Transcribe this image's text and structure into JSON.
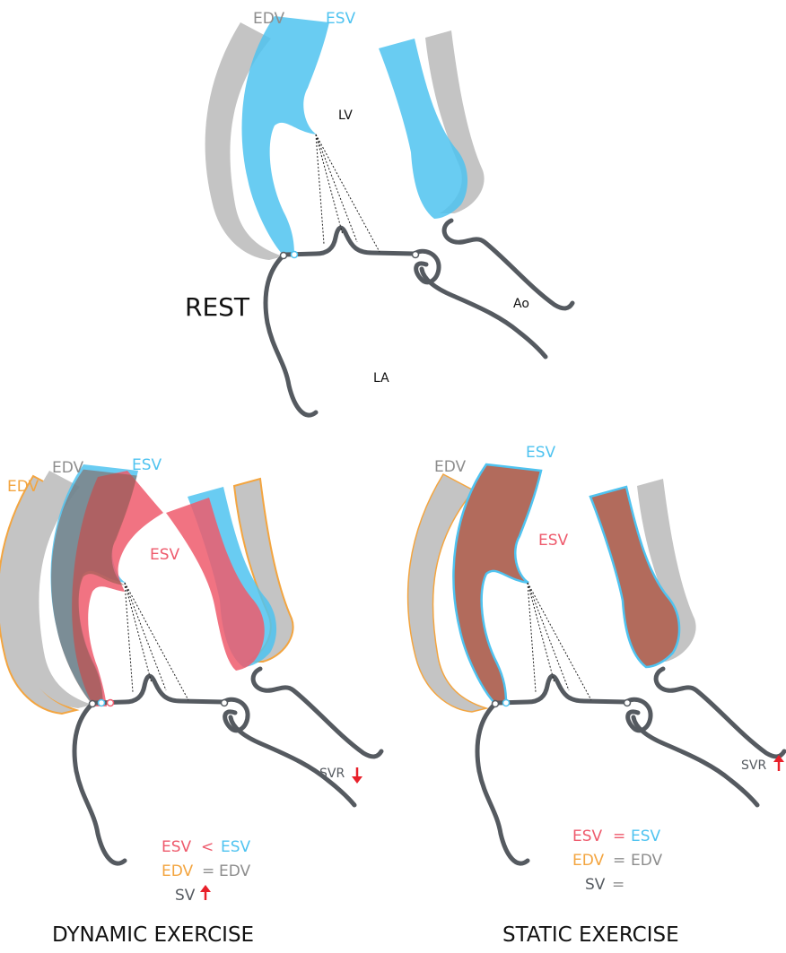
{
  "colors": {
    "edv_gray": "#c4c4c4",
    "esv_blue": "#4fc3f0",
    "esv_red": "#ee5a6c",
    "edv_orange": "#f3a540",
    "overlap_brown": "#b26b5c",
    "outline": "#555a60",
    "arrow_red": "#e8202a"
  },
  "rest": {
    "edv_label": "EDV",
    "esv_label": "ESV",
    "lv_label": "LV",
    "ao_label": "Ao",
    "la_label": "LA",
    "title": "REST"
  },
  "dynamic": {
    "edv_orange_label": "EDV",
    "edv_gray_label": "EDV",
    "esv_blue_label": "ESV",
    "esv_red_label": "ESV",
    "svr_label": "SVR",
    "svr_trend": "down-arrow",
    "equations": {
      "line1_left": "ESV",
      "line1_op": "<",
      "line1_right": "ESV",
      "line2_left": "EDV",
      "line2_op": "=",
      "line2_right": "EDV",
      "line3_left": "SV",
      "line3_trend": "up-arrow"
    },
    "title": "DYNAMIC EXERCISE"
  },
  "static": {
    "edv_label": "EDV",
    "esv_blue_label": "ESV",
    "esv_red_label": "ESV",
    "svr_label": "SVR",
    "svr_trend": "up-arrow",
    "equations": {
      "line1_left": "ESV",
      "line1_op": "=",
      "line1_right": "ESV",
      "line2_left": "EDV",
      "line2_op": "=",
      "line2_right": "EDV",
      "line3_left": "SV",
      "line3_op": "="
    },
    "title": "STATIC EXERCISE"
  }
}
